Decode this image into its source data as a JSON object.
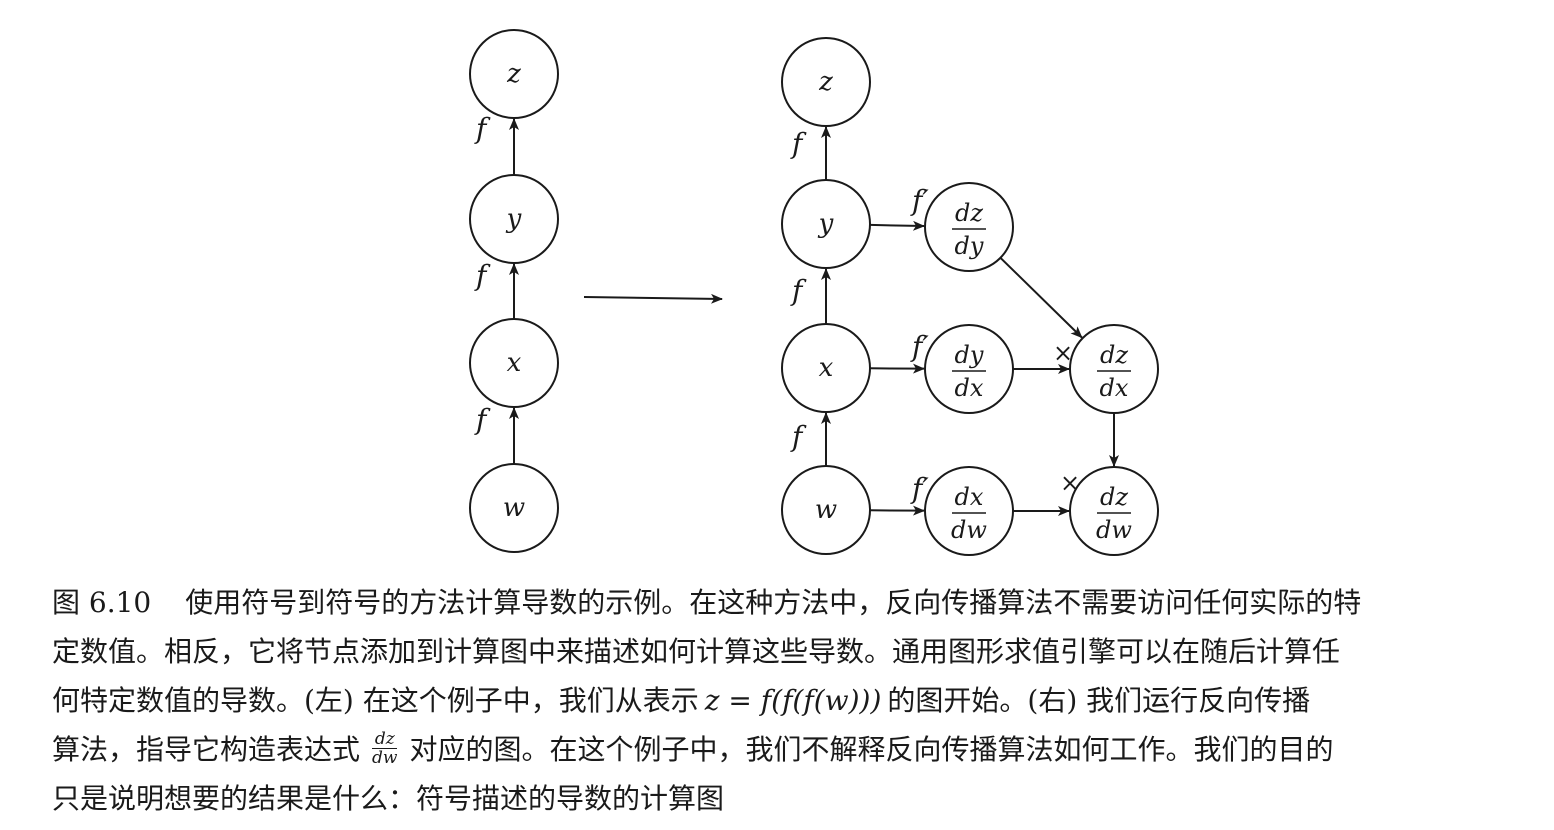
{
  "figure": {
    "left_graph": {
      "nodes": [
        {
          "id": "L_z",
          "label": "z"
        },
        {
          "id": "L_y",
          "label": "y"
        },
        {
          "id": "L_x",
          "label": "x"
        },
        {
          "id": "L_w",
          "label": "w"
        }
      ],
      "edges": [
        {
          "from": "L_w",
          "to": "L_x",
          "label": "f"
        },
        {
          "from": "L_x",
          "to": "L_y",
          "label": "f"
        },
        {
          "from": "L_y",
          "to": "L_z",
          "label": "f"
        }
      ]
    },
    "right_graph": {
      "nodes": [
        {
          "id": "R_z",
          "label": "z"
        },
        {
          "id": "R_y",
          "label": "y"
        },
        {
          "id": "R_x",
          "label": "x"
        },
        {
          "id": "R_w",
          "label": "w"
        },
        {
          "id": "R_dzdy",
          "num": "dz",
          "den": "dy"
        },
        {
          "id": "R_dydx",
          "num": "dy",
          "den": "dx"
        },
        {
          "id": "R_dxdw",
          "num": "dx",
          "den": "dw"
        },
        {
          "id": "R_dzdx",
          "num": "dz",
          "den": "dx"
        },
        {
          "id": "R_dzdw",
          "num": "dz",
          "den": "dw"
        }
      ],
      "edges": [
        {
          "from": "R_w",
          "to": "R_x",
          "label": "f"
        },
        {
          "from": "R_x",
          "to": "R_y",
          "label": "f"
        },
        {
          "from": "R_y",
          "to": "R_z",
          "label": "f"
        },
        {
          "from": "R_y",
          "to": "R_dzdy",
          "label": "f′"
        },
        {
          "from": "R_x",
          "to": "R_dydx",
          "label": "f′"
        },
        {
          "from": "R_w",
          "to": "R_dxdw",
          "label": "f′"
        },
        {
          "from": "R_dzdy",
          "to": "R_dzdx",
          "label": ""
        },
        {
          "from": "R_dydx",
          "to": "R_dzdx",
          "label": "×"
        },
        {
          "from": "R_dzdx",
          "to": "R_dzdw",
          "label": ""
        },
        {
          "from": "R_dxdw",
          "to": "R_dzdw",
          "label": "×"
        }
      ]
    }
  },
  "caption": {
    "label": "图 6.10",
    "line1": "使用符号到符号的方法计算导数的示例。在这种方法中，反向传播算法不需要访问任何实际的特",
    "line2": "定数值。相反，它将节点添加到计算图中来描述如何计算这些导数。通用图形求值引擎可以在随后计算任",
    "line3_a": "何特定数值的导数。(左) 在这个例子中，我们从表示",
    "line3_math": "z = f(f(f(w)))",
    "line3_b": "的图开始。(右) 我们运行反向传播",
    "line4_a": "算法，指导它构造表达式",
    "line4_frac_num": "dz",
    "line4_frac_den": "dw",
    "line4_b": "对应的图。在这个例子中，我们不解释反向传播算法如何工作。我们的目的",
    "line5": "只是说明想要的结果是什么：符号描述的导数的计算图"
  }
}
